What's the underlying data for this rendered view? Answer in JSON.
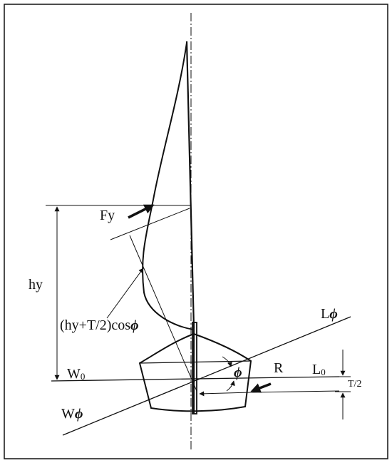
{
  "labels": {
    "fy": "Fy",
    "hy": "hy",
    "moment_arm": "(hy+T/2)cos",
    "phi": "ϕ",
    "l_base": "L",
    "l_sub": "0",
    "w_base": "W",
    "w_sub": "0",
    "r": "R",
    "t_half": "T/2"
  },
  "colors": {
    "stroke": "#111111",
    "background": "#ffffff"
  }
}
